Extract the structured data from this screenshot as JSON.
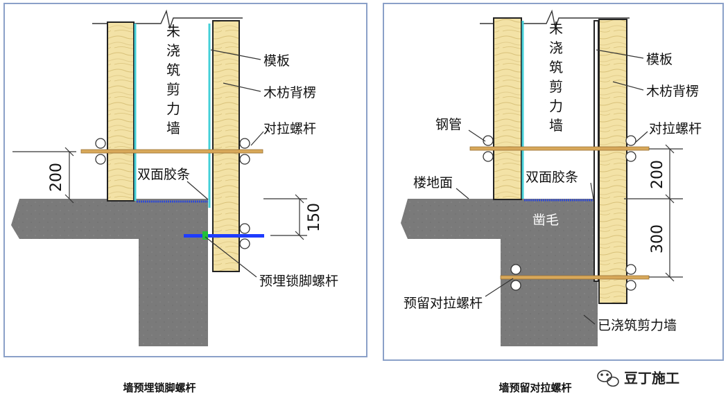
{
  "left_panel": {
    "wall_label": [
      "未",
      "浇",
      "筑",
      "剪",
      "力",
      "墙"
    ],
    "formwork": "模板",
    "wood_batten": "木枋背楞",
    "tie_bolt": "对拉螺杆",
    "double_tape": "双面胶条",
    "embedded_bolt": "预埋锁脚螺杆",
    "dim_200": "200",
    "dim_150": "150",
    "caption": "墙预埋锁脚螺杆"
  },
  "right_panel": {
    "wall_label": [
      "未",
      "浇",
      "筑",
      "剪",
      "力",
      "墙"
    ],
    "formwork": "模板",
    "wood_batten": "木枋背楞",
    "steel_pipe": "钢管",
    "tie_bolt": "对拉螺杆",
    "floor": "楼地面",
    "double_tape": "双面胶条",
    "chiseling": "凿毛",
    "reserved_bolt": "预留对拉螺杆",
    "poured_wall": "已浇筑剪力墙",
    "dim_200": "200",
    "dim_300": "300",
    "caption": "墙预留对拉螺杆"
  },
  "watermark": {
    "text": "豆丁施工",
    "icon": "wechat-icon"
  },
  "colors": {
    "wood": "#f3e2a6",
    "concrete": "#7b7b7b",
    "tape": "#2f49d6",
    "bolt": "#d8a85a",
    "embedded_bolt": "#1e3cff",
    "formwork_edge": "#45d0d8"
  }
}
